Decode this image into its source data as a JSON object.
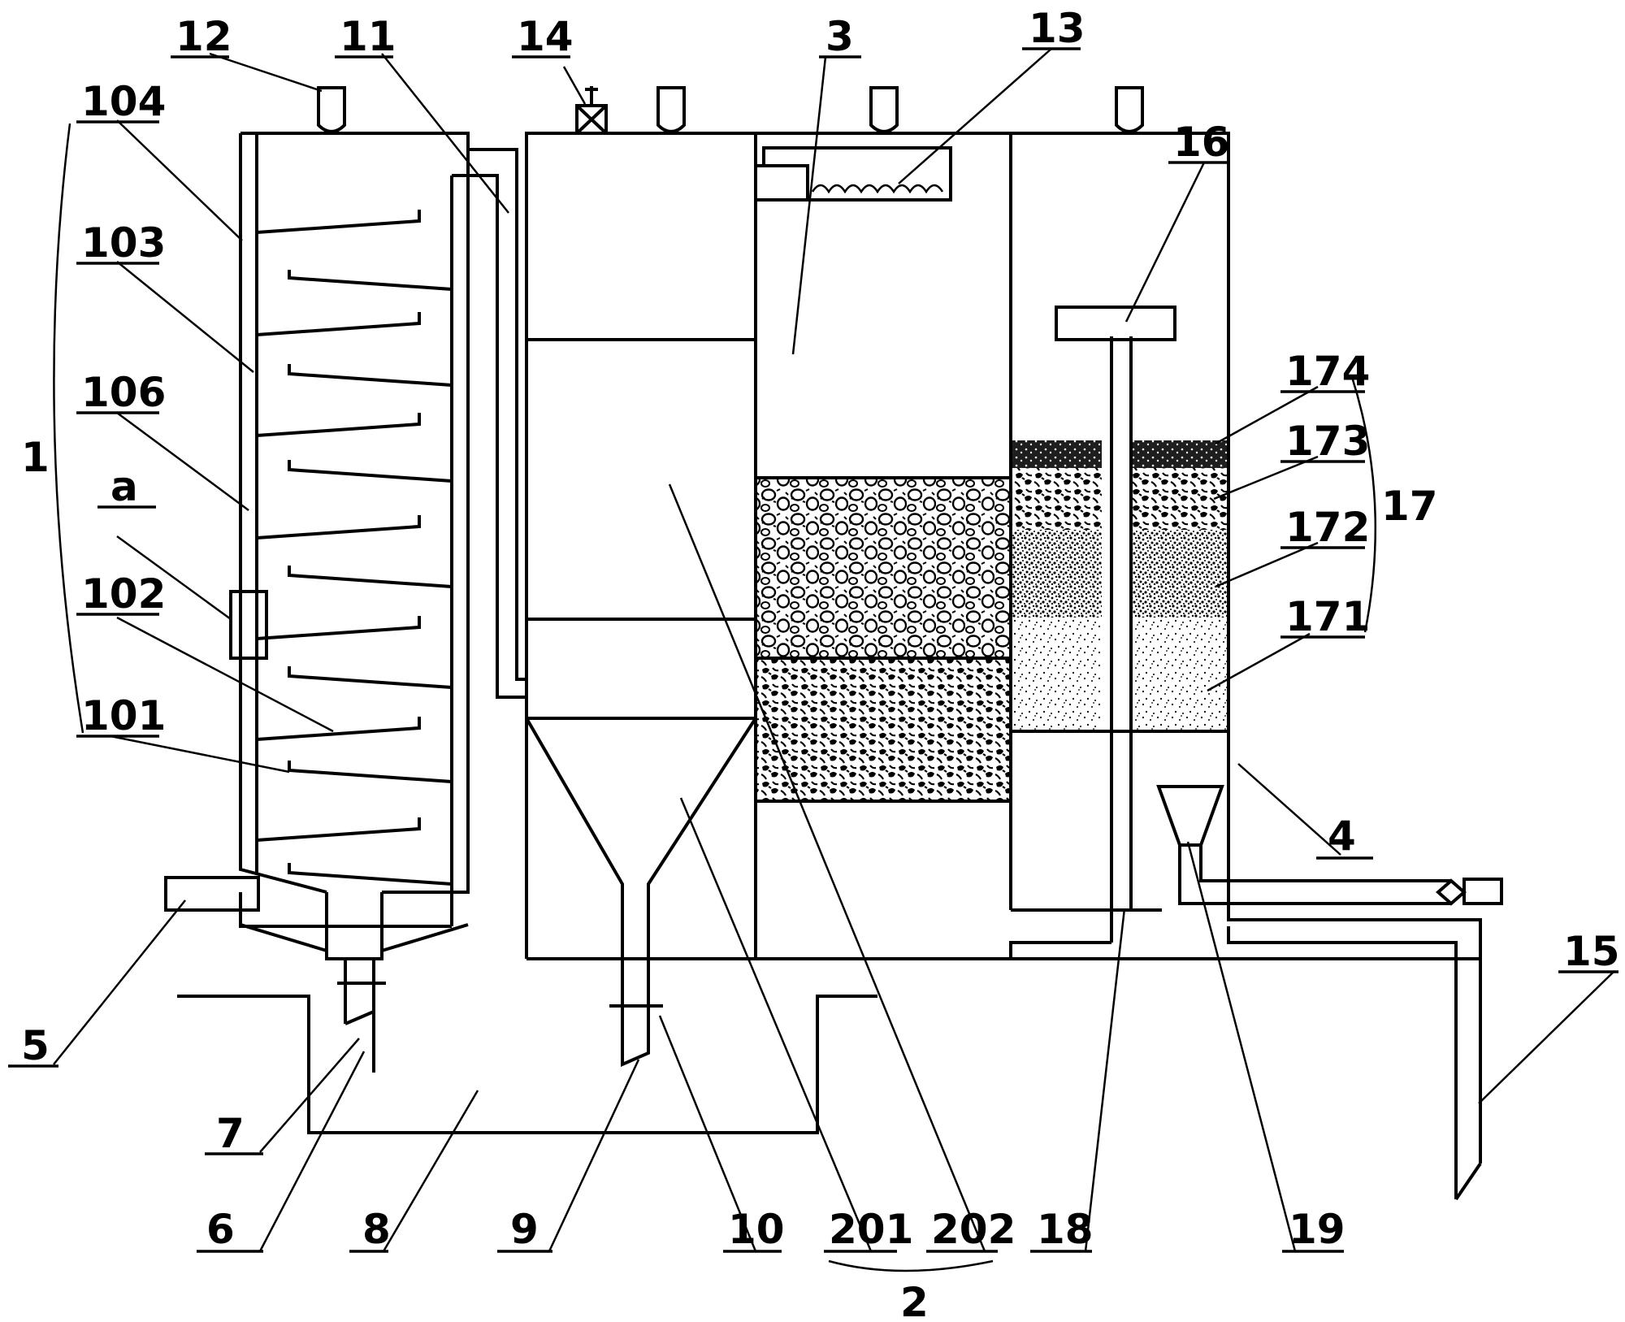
{
  "labels": {
    "l1": "1",
    "l2": "2",
    "l3": "3",
    "l4": "4",
    "l5": "5",
    "l6": "6",
    "l7": "7",
    "l8": "8",
    "l9": "9",
    "l10": "10",
    "l11": "11",
    "l12": "12",
    "l13": "13",
    "l14": "14",
    "l15": "15",
    "l16": "16",
    "l17": "17",
    "l18": "18",
    "l19": "19",
    "l101": "101",
    "l102": "102",
    "l103": "103",
    "l104": "104",
    "l106": "106",
    "l171": "171",
    "l172": "172",
    "l173": "173",
    "l174": "174",
    "l201": "201",
    "l202": "202",
    "la": "a"
  }
}
